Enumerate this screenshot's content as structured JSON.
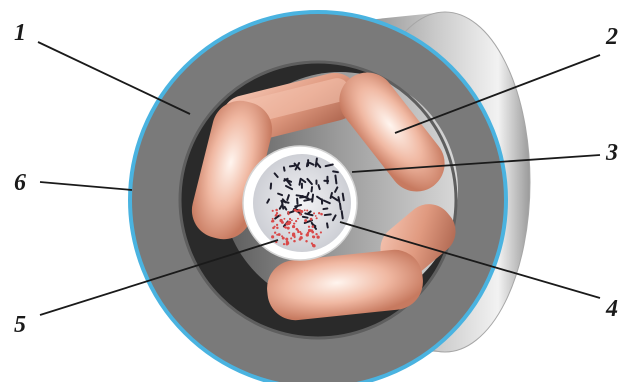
{
  "figure": {
    "colors": {
      "outer_shell": "#8c8c8c",
      "shell_rim": "#4ab3e0",
      "yoke_face": "#767676",
      "coil": "#d98c74",
      "inner_tube": "#ffffff",
      "particles": "#1c1c2a",
      "red_particles": "#d94a4a"
    },
    "callouts": [
      {
        "id": "1",
        "label": "1"
      },
      {
        "id": "2",
        "label": "2"
      },
      {
        "id": "3",
        "label": "3"
      },
      {
        "id": "4",
        "label": "4"
      },
      {
        "id": "5",
        "label": "5"
      },
      {
        "id": "6",
        "label": "6"
      }
    ]
  }
}
